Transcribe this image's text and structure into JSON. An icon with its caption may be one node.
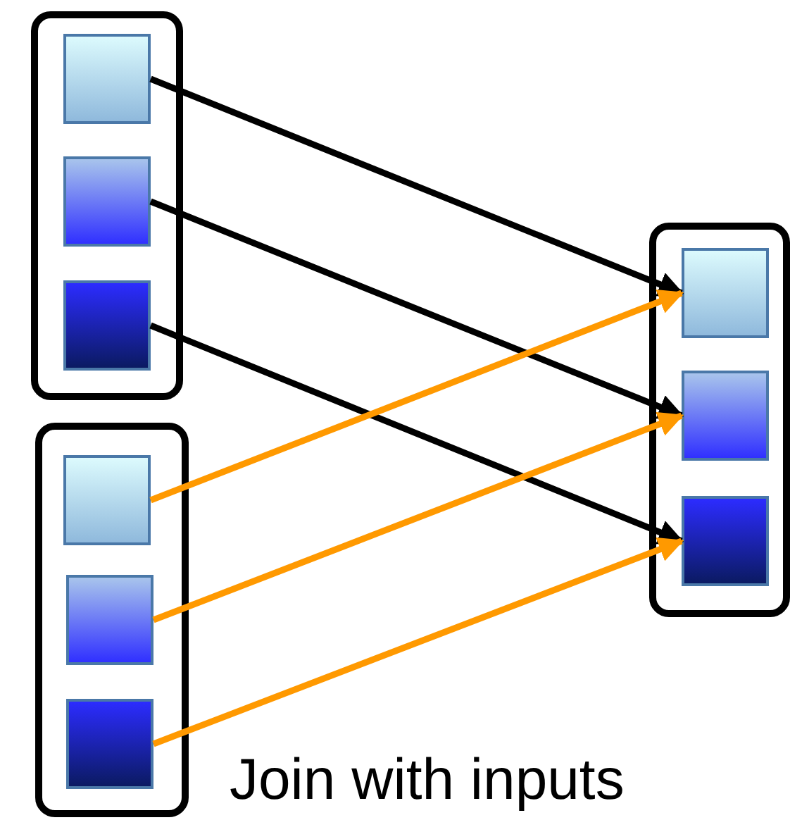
{
  "diagram": {
    "nodes": [
      {
        "text": [],
        "shape": "box"
      },
      {
        "text": [],
        "shape": "box",
        "in": 0
      },
      {
        "text": [],
        "shape": "box",
        "in": 0
      },
      {
        "text": [],
        "shape": "box",
        "in": 0
      },
      {
        "text": [],
        "shape": "box"
      },
      {
        "text": [],
        "shape": "box",
        "in": 4
      },
      {
        "text": [],
        "shape": "box",
        "in": 4
      },
      {
        "text": [],
        "shape": "box",
        "in": 4
      },
      {
        "text": [],
        "shape": "box"
      },
      {
        "text": [],
        "shape": "box",
        "in": 8
      },
      {
        "text": [],
        "shape": "box",
        "in": 8
      },
      {
        "text": [],
        "shape": "box",
        "in": 8
      }
    ],
    "edges": [
      {
        "from": 1,
        "to": 9,
        "arrow": "to"
      },
      {
        "from": 2,
        "to": 10,
        "arrow": "to"
      },
      {
        "from": 3,
        "to": 11,
        "arrow": "to"
      },
      {
        "from": 5,
        "to": 9,
        "arrow": "to",
        "color": "#ff9900"
      },
      {
        "from": 6,
        "to": 10,
        "arrow": "to",
        "color": "#ff9900"
      },
      {
        "from": 7,
        "to": 11,
        "arrow": "to",
        "color": "#ff9900"
      }
    ],
    "labels": [
      "Join with inputs"
    ]
  }
}
